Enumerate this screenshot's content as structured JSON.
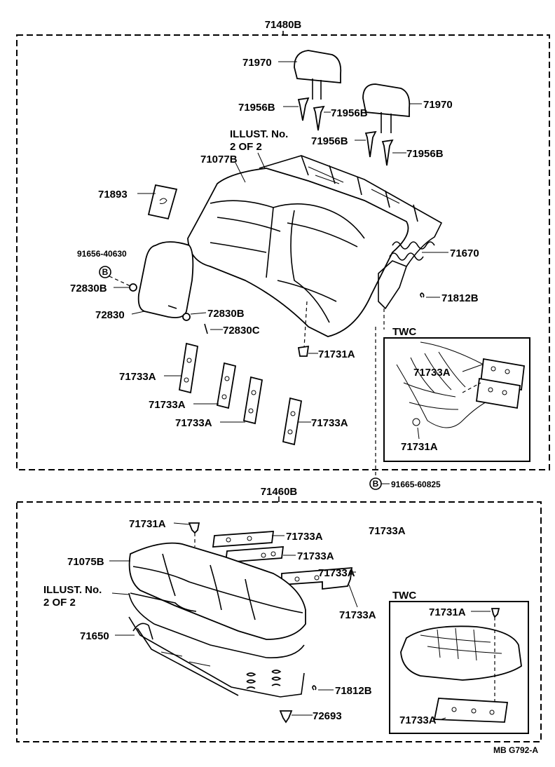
{
  "assemblies": {
    "back": "71480B",
    "cushion": "71460B"
  },
  "parts": {
    "headrest_left": "71970",
    "headrest_right": "71970",
    "support_1": "71956B",
    "support_2": "71956B",
    "support_3": "71956B",
    "support_4": "71956B",
    "back_cover": "71077B",
    "plate_71893": "71893",
    "bolt_91656": "91656-40630",
    "armrest_clip_1": "72830B",
    "armrest": "72830",
    "armrest_clip_2": "72830B",
    "armrest_pin": "72830C",
    "spring_frame": "71670",
    "hog_ring_back": "71812B",
    "clip_back": "71731A",
    "pad_b1": "71733A",
    "pad_b2": "71733A",
    "pad_b3": "71733A",
    "pad_b4": "71733A",
    "twc_pad_back": "71733A",
    "twc_clip_back": "71731A",
    "bolt_91665": "91665-60825",
    "clip_cushion": "71731A",
    "pad_c1": "71733A",
    "pad_c2": "71733A",
    "pad_c3": "71733A",
    "pad_c4": "71733A",
    "pad_c5": "71733A",
    "cushion_cover": "71075B",
    "cushion_frame": "71650",
    "hog_ring_cushion": "71812B",
    "grommet": "72693",
    "twc_clip_cushion": "71731A",
    "twc_pad_cushion": "71733A"
  },
  "notes": {
    "illust_back_line1": "ILLUST. No.",
    "illust_back_line2": "2 OF 2",
    "illust_cush_line1": "ILLUST. No.",
    "illust_cush_line2": "2 OF 2",
    "twc_back": "TWC",
    "twc_cushion": "TWC",
    "marker_b": "B",
    "marker_b2": "B"
  },
  "footer": {
    "code": "MB  G792-A"
  }
}
